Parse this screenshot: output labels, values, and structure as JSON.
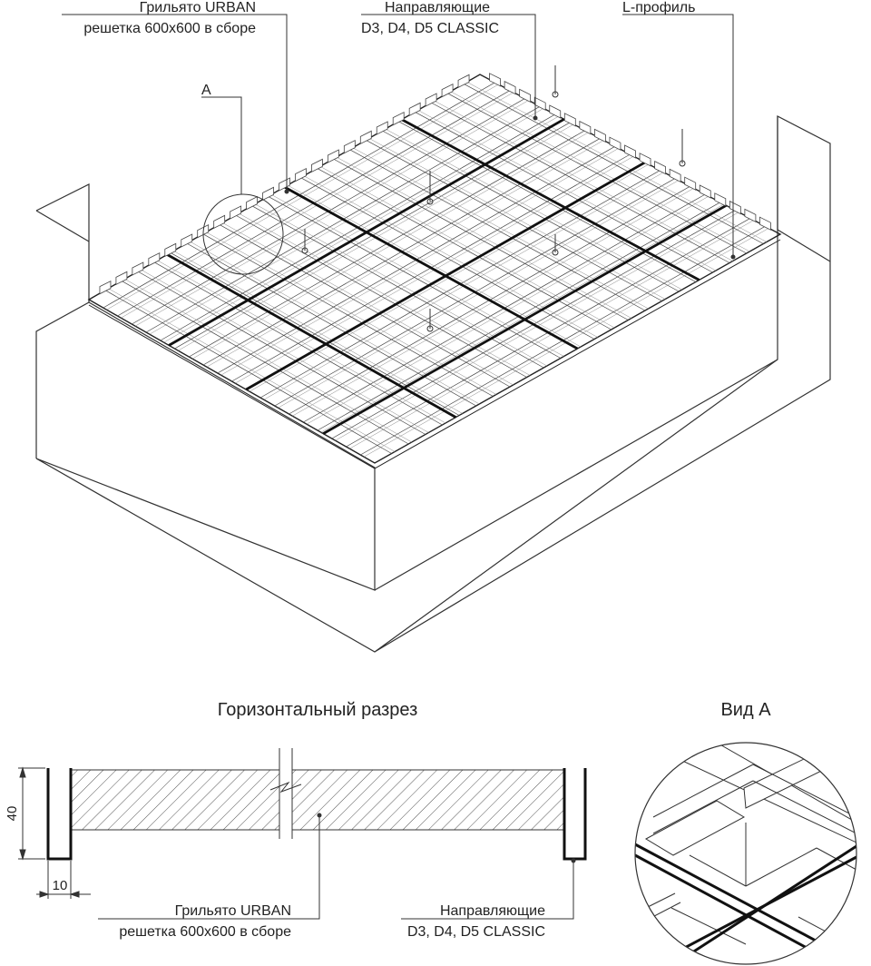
{
  "isometric": {
    "callout_grilyato": {
      "line1": "Грильято URBAN",
      "line2": "решетка 600х600 в сборе"
    },
    "callout_guides": {
      "line1": "Направляющие",
      "line2": "D3, D4, D5 CLASSIC"
    },
    "callout_lprofile": {
      "line1": "L-профиль"
    },
    "callout_detail": {
      "line1": "А"
    }
  },
  "section": {
    "title": "Горизонтальный разрез",
    "dim_height": "40",
    "dim_width": "10",
    "callout_grilyato": {
      "line1": "Грильято URBAN",
      "line2": "решетка 600х600 в сборе"
    },
    "callout_guides": {
      "line1": "Направляющие",
      "line2": "D3, D4, D5 CLASSIC"
    }
  },
  "detail": {
    "title": "Вид А"
  },
  "colors": {
    "line": "#222222",
    "thin": "#555555"
  }
}
